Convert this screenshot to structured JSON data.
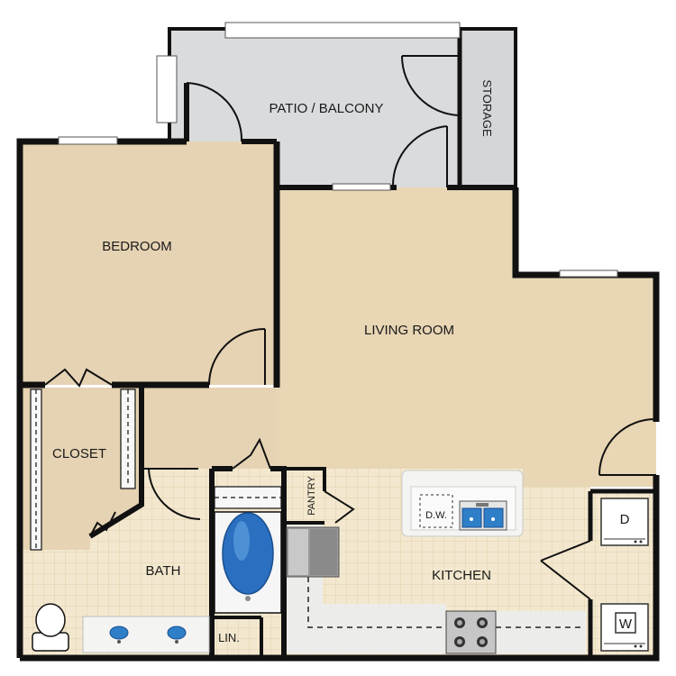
{
  "rooms": {
    "patio": "PATIO / BALCONY",
    "storage": "STORAGE",
    "bedroom": "BEDROOM",
    "living": "LIVING ROOM",
    "closet": "CLOSET",
    "bath": "BATH",
    "pantry": "PANTRY",
    "kitchen": "KITCHEN",
    "linen": "LIN."
  },
  "appliances": {
    "dishwasher": "D.W.",
    "dryer": "D",
    "washer": "W"
  },
  "colors": {
    "wall": "#111111",
    "carpet": "#e6d3b3",
    "carpet_living": "#e8d6b4",
    "tile": "#f3e8cf",
    "tile_grid": "#e3d3b0",
    "patio": "#d9dbdd",
    "counter": "#f4f4f2",
    "sink_blue": "#2f7fc8",
    "tub_blue": "#2a6fc0"
  }
}
